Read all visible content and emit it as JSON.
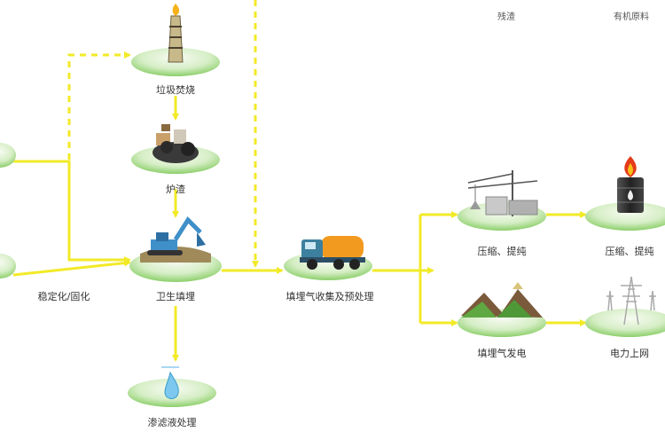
{
  "header": {
    "col1": "残渣",
    "col2": "有机原料"
  },
  "nodes": {
    "incineration": "垃圾焚烧",
    "slag": "炉渣",
    "landfill": "卫生填埋",
    "leachate": "渗滤液处理",
    "stabilize": "稳定化/固化",
    "gas_collect": "填埋气收集及预处理",
    "compress_a": "压缩、提纯",
    "compress_b": "压缩、提纯",
    "gas_power": "填埋气发电",
    "grid": "电力上网"
  },
  "colors": {
    "arrow": "#f2ea27",
    "ellipse_light": "#eef7e6",
    "ellipse_dark": "#8ccf6a"
  }
}
